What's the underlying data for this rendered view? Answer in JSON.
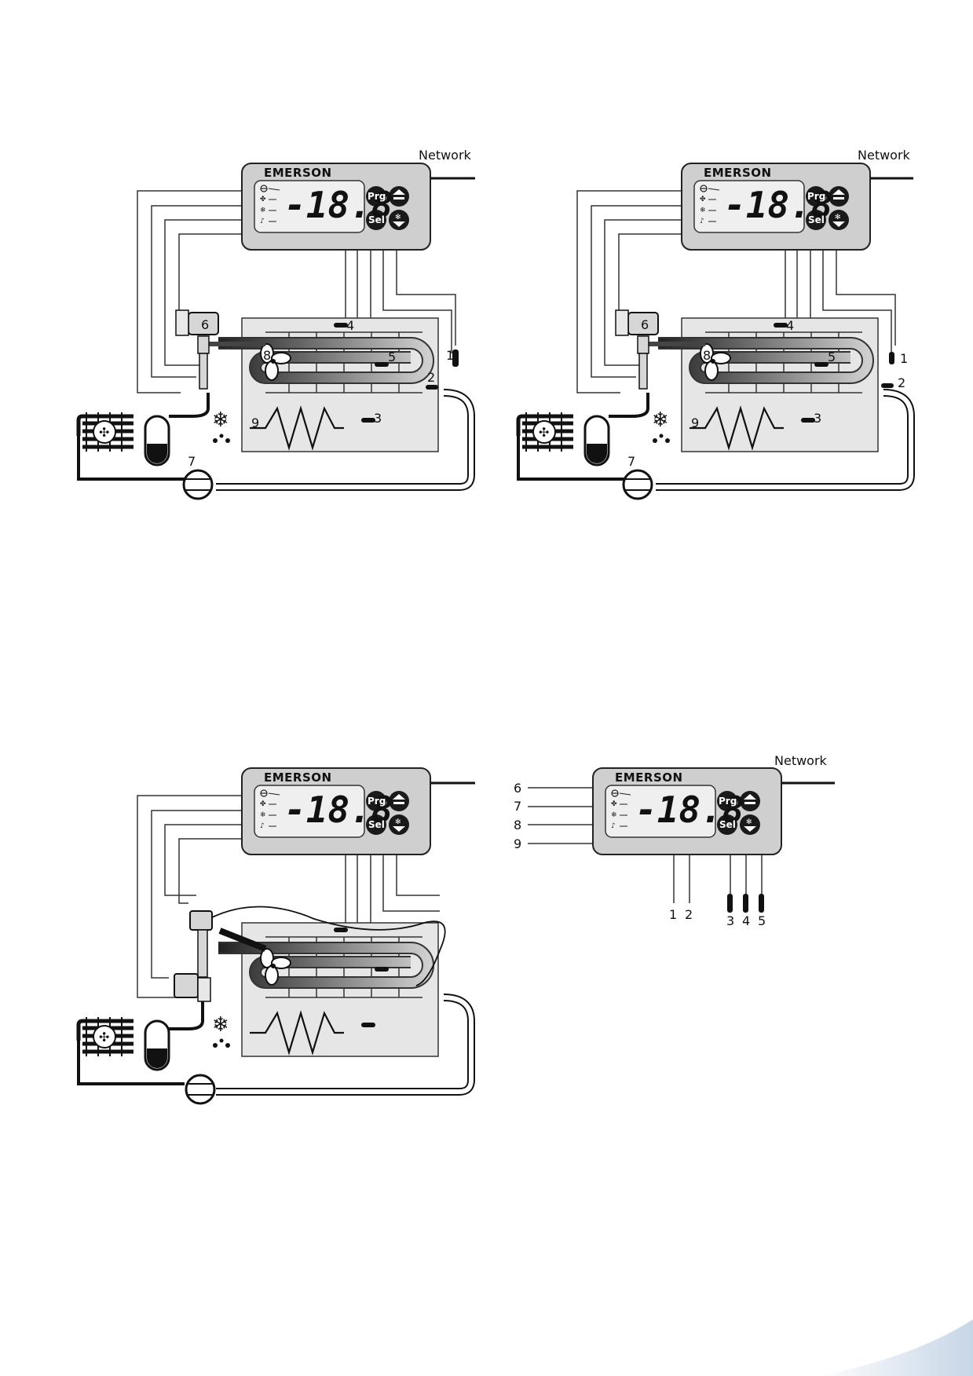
{
  "diagrams": [
    {
      "network_label": "Network",
      "brand": "EMERSON",
      "display": "-18.8",
      "buttons": {
        "prg": "Prg",
        "sel": "Sel"
      },
      "labels": [
        "1",
        "2",
        "3",
        "4",
        "5",
        "6",
        "7",
        "8",
        "9"
      ]
    },
    {
      "network_label": "Network",
      "brand": "EMERSON",
      "display": "-18.8",
      "buttons": {
        "prg": "Prg",
        "sel": "Sel"
      },
      "labels": [
        "1",
        "2",
        "3",
        "4",
        "5",
        "6",
        "7",
        "8",
        "9"
      ]
    },
    {
      "brand": "EMERSON",
      "display": "-18.8",
      "buttons": {
        "prg": "Prg",
        "sel": "Sel"
      }
    },
    {
      "network_label": "Network",
      "brand": "EMERSON",
      "display": "-18.8",
      "buttons": {
        "prg": "Prg",
        "sel": "Sel"
      },
      "left_labels": [
        "6",
        "7",
        "8",
        "9"
      ],
      "bottom_labels": [
        "1",
        "2",
        "3",
        "4",
        "5"
      ]
    }
  ]
}
